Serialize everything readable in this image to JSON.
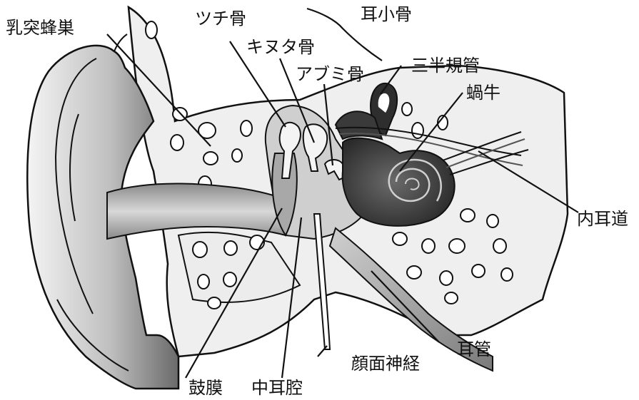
{
  "labels": {
    "mastoid_cells": "乳突蜂巣",
    "malleus": "ツチ骨",
    "incus": "キヌタ骨",
    "stapes": "アブミ骨",
    "ossicles": "耳小骨",
    "semicircular_canals": "三半規管",
    "cochlea": "蝸牛",
    "internal_auditory_canal": "内耳道",
    "eustachian_tube": "耳管",
    "facial_nerve": "顔面神経",
    "eardrum": "鼓膜",
    "middle_ear_cavity": "中耳腔"
  },
  "colors": {
    "outline": "#111111",
    "skin_gradient_light": "#f2f2f2",
    "skin_gradient_dark": "#6e6e6e",
    "bone_fill": "#ececec",
    "inner_ear_dark": "#3a3a3a",
    "cavity_gray": "#bdbdbd"
  }
}
